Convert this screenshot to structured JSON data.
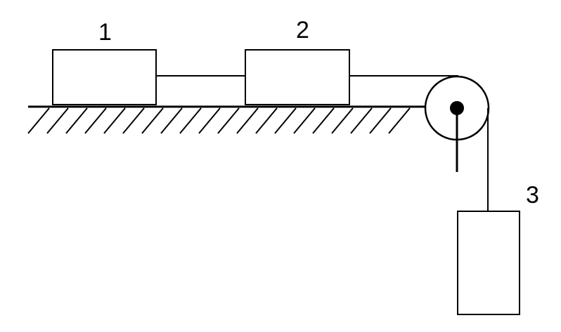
{
  "diagram": {
    "labels": {
      "block_1": "1",
      "block_2": "2",
      "block_3": "3"
    },
    "colors": {
      "stroke": "#000000",
      "fill": "#ffffff"
    }
  }
}
